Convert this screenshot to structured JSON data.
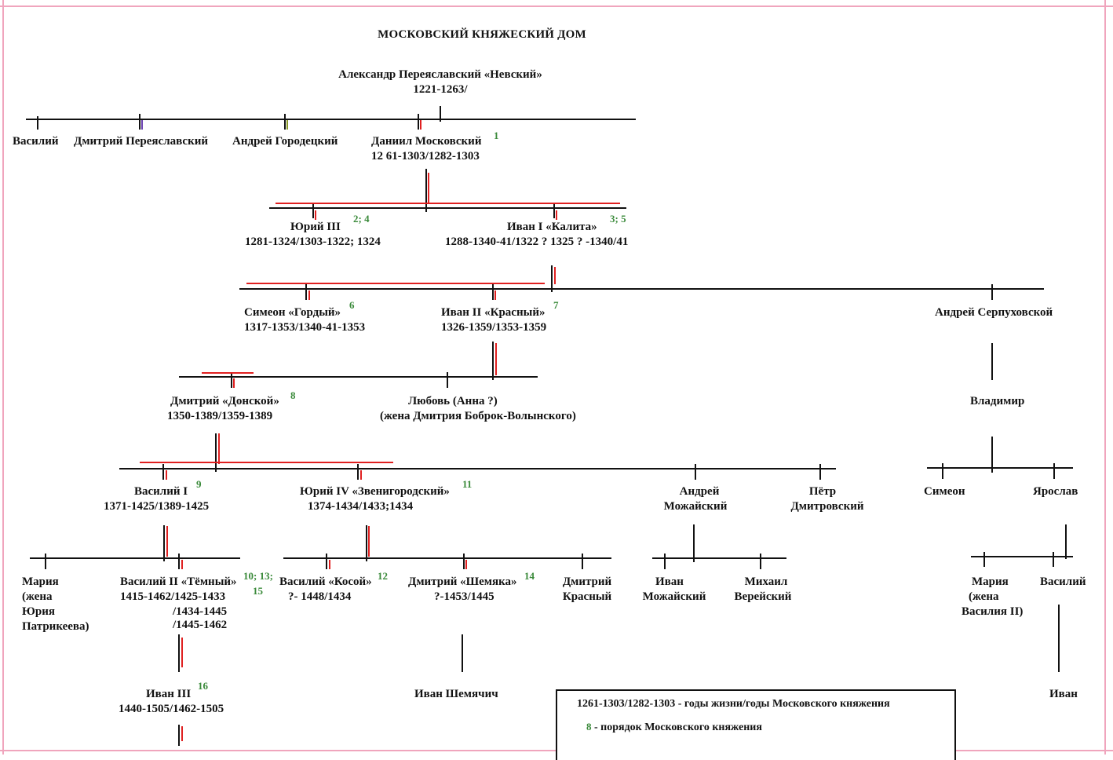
{
  "title": "МОСКОВСКИЙ КНЯЖЕСКИЙ ДОМ",
  "people": {
    "alexander": {
      "name": "Александр Переяславский «Невский»",
      "years": "1221-1263/"
    },
    "vasily_a": {
      "name": "Василий"
    },
    "dmitry_p": {
      "name": "Дмитрий Переяславский"
    },
    "andrey_g": {
      "name": "Андрей  Городецкий"
    },
    "daniil": {
      "name": "Даниил Московский",
      "years": "12 61-1303/1282-1303",
      "order": "1"
    },
    "yury3": {
      "name": "Юрий III",
      "years": "1281-1324/1303-1322; 1324",
      "order": "2; 4"
    },
    "ivan1": {
      "name": "Иван I  «Калита»",
      "years": "1288-1340-41/1322 ? 1325 ? -1340/41",
      "order": "3; 5"
    },
    "simeon_g": {
      "name": "Симеон «Гордый»",
      "years": "1317-1353/1340-41-1353",
      "order": "6"
    },
    "ivan2": {
      "name": "Иван II «Красный»",
      "years": "1326-1359/1353-1359",
      "order": "7"
    },
    "andrey_s": {
      "name": "Андрей Серпуховской"
    },
    "vladimir": {
      "name": "Владимир"
    },
    "dmitry_d": {
      "name": "Дмитрий «Донской»",
      "years": "1350-1389/1359-1389",
      "order": "8"
    },
    "lyubov": {
      "name": "Любовь (Анна ?)",
      "note": "(жена Дмитрия Боброк-Волынского)"
    },
    "vasily1": {
      "name": "Василий I",
      "years": "1371-1425/1389-1425",
      "order": "9"
    },
    "yury4": {
      "name": "Юрий IV «Звенигородский»",
      "years": "1374-1434/1433;1434",
      "order": "11"
    },
    "andrey_m": {
      "line1": "Андрей",
      "line2": "Можайский"
    },
    "petr_d": {
      "line1": "Пётр",
      "line2": "Дмитровский"
    },
    "simeon_v": {
      "name": "Симеон"
    },
    "yaroslav": {
      "name": "Ярослав"
    },
    "maria1": {
      "line1": "Мария",
      "line2": "(жена",
      "line3": "Юрия",
      "line4": "Патрикеева)"
    },
    "vasily2": {
      "name": "Василий II «Тёмный»",
      "years1": "1415-1462/1425-1433",
      "years2": "/1434-1445",
      "years3": "/1445-1462",
      "order1": "10; 13;",
      "order2": "15"
    },
    "vasily_k": {
      "name": "Василий «Косой»",
      "years": "?- 1448/1434",
      "order": "12"
    },
    "dmitry_sh": {
      "name": "Дмитрий «Шемяка»",
      "years": "?-1453/1445",
      "order": "14"
    },
    "dmitry_kr": {
      "line1": "Дмитрий",
      "line2": "Красный"
    },
    "ivan_m": {
      "line1": "Иван",
      "line2": "Можайский"
    },
    "mikhail_v": {
      "line1": "Михаил",
      "line2": "Верейский"
    },
    "maria2": {
      "line1": "Мария",
      "line2": "(жена",
      "line3": "Василия II)"
    },
    "vasily_y": {
      "name": "Василий"
    },
    "ivan3": {
      "name": "Иван III",
      "years": "1440-1505/1462-1505",
      "order": "16"
    },
    "ivan_sh": {
      "name": "Иван Шемячич"
    },
    "ivan_v": {
      "name": "Иван"
    }
  },
  "legend": {
    "years_example": "1261-1303/1282-1303",
    "years_text": "  - годы жизни/годы Московского княжения",
    "order_example": "8",
    "order_text": "  - порядок Московского княжения"
  },
  "colors": {
    "line": "#111111",
    "succession": "#e02020",
    "order_number": "#3a8a3a",
    "frame": "#f0a5bd",
    "tick_purple": "#6a3fb0",
    "tick_olive": "#8a9a2a"
  }
}
